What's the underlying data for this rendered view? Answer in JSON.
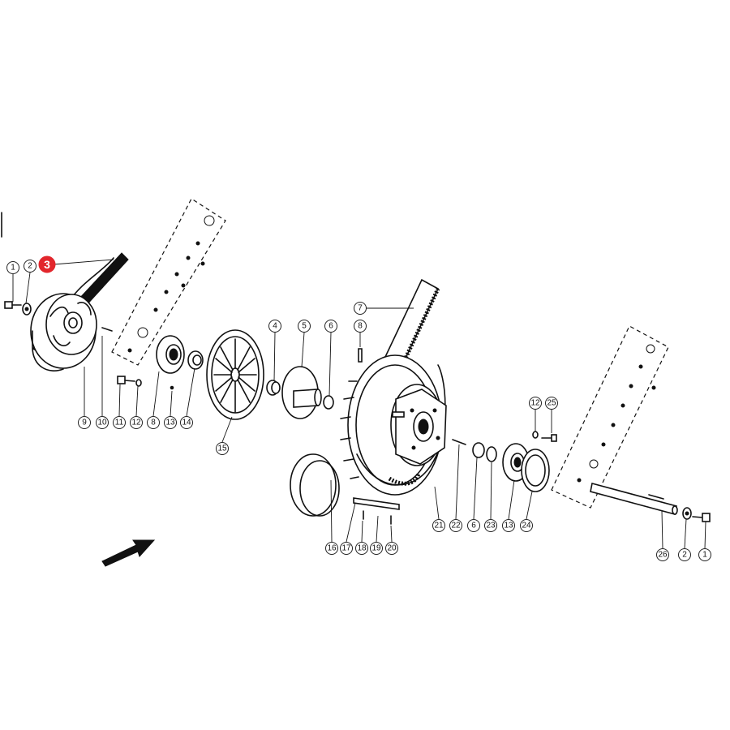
{
  "highlight": {
    "label": "3",
    "color": "#e2262c"
  },
  "callout_color": "#111111",
  "callouts": [
    "1",
    "2",
    "9",
    "10",
    "11",
    "12",
    "8",
    "13",
    "14",
    "15",
    "4",
    "5",
    "6",
    "8",
    "7",
    "16",
    "17",
    "18",
    "19",
    "20",
    "21",
    "22",
    "6",
    "23",
    "13",
    "24",
    "12",
    "25",
    "26",
    "2",
    "1"
  ],
  "icons": {
    "arrow": "direction-arrow-icon"
  }
}
